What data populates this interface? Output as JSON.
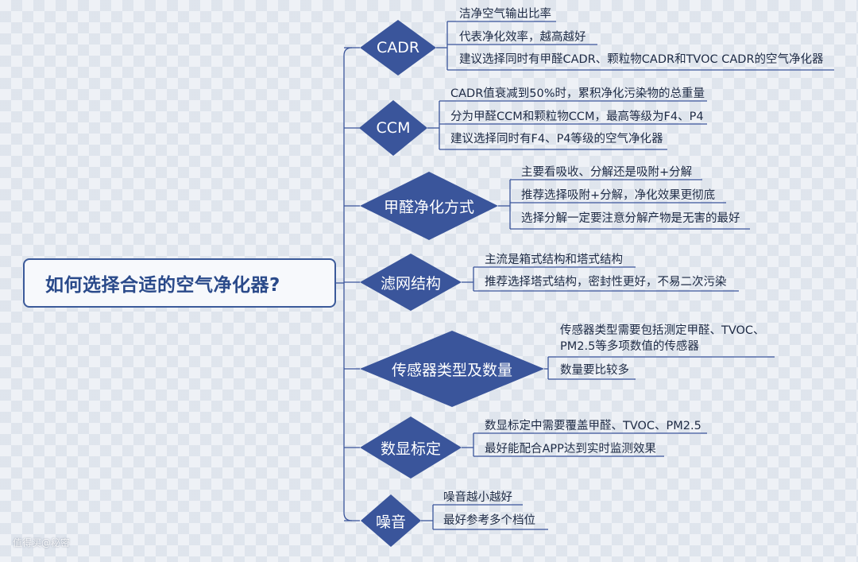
{
  "root": {
    "title": "如何选择合适的空气净化器?"
  },
  "topics": [
    {
      "label": "CADR",
      "items": [
        "洁净空气输出比率",
        "代表净化效率，越高越好",
        "建议选择同时有甲醛CADR、颗粒物CADR和TVOC CADR的空气净化器"
      ]
    },
    {
      "label": "CCM",
      "items": [
        "CADR值衰减到50%时，累积净化污染物的总重量",
        "分为甲醛CCM和颗粒物CCM，最高等级为F4、P4",
        "建议选择同时有F4、P4等级的空气净化器"
      ]
    },
    {
      "label": "甲醛净化方式",
      "items": [
        "主要看吸收、分解还是吸附+分解",
        "推荐选择吸附+分解，净化效果更彻底",
        "选择分解一定要注意分解产物是无害的最好"
      ]
    },
    {
      "label": "滤网结构",
      "items": [
        "主流是箱式结构和塔式结构",
        "推荐选择塔式结构，密封性更好，不易二次污染"
      ]
    },
    {
      "label": "传感器类型及数量",
      "items": [
        "传感器类型需要包括测定甲醛、TVOC、PM2.5等多项数值的传感器",
        "数量要比较多"
      ]
    },
    {
      "label": "数显标定",
      "items": [
        "数显标定中需要覆盖甲醛、TVOC、PM2.5",
        "最好能配合APP达到实时监测效果"
      ]
    },
    {
      "label": "噪音",
      "items": [
        "噪音越小越好",
        "最好参考多个档位"
      ]
    }
  ],
  "watermark": "值得买@秘密",
  "colors": {
    "topic_fill": "#3a559b",
    "line": "#3a559b",
    "root_border": "#3b5a9a",
    "root_text": "#2a4a8a"
  }
}
